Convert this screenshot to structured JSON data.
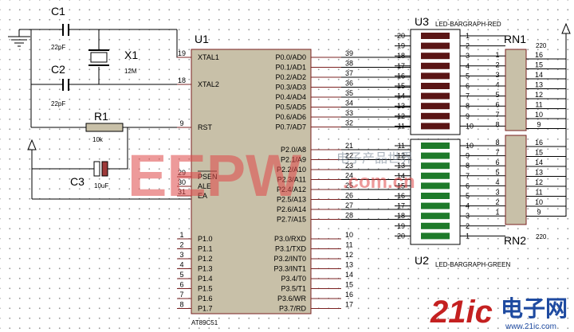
{
  "caps": {
    "c1": "C1",
    "c1_val": "22pF",
    "c2": "C2",
    "c2_val": "22pF",
    "c3": "C3",
    "c3_val": "10uF"
  },
  "xtal": {
    "name": "X1",
    "val": "12M"
  },
  "res": {
    "name": "R1",
    "val": "10k"
  },
  "mcu": {
    "ref": "U1",
    "part": "AT89C51",
    "left_top": [
      {
        "num": "19",
        "name": "XTAL1"
      },
      {
        "num": "18",
        "name": "XTAL2"
      },
      {
        "num": "9",
        "name": "RST"
      },
      {
        "num": "29",
        "name": "PSEN"
      },
      {
        "num": "30",
        "name": "ALE"
      },
      {
        "num": "31",
        "name": "EA"
      }
    ],
    "left_p1": [
      {
        "num": "1",
        "name": "P1.0"
      },
      {
        "num": "2",
        "name": "P1.1"
      },
      {
        "num": "3",
        "name": "P1.2"
      },
      {
        "num": "4",
        "name": "P1.3"
      },
      {
        "num": "5",
        "name": "P1.4"
      },
      {
        "num": "6",
        "name": "P1.5"
      },
      {
        "num": "7",
        "name": "P1.6"
      },
      {
        "num": "8",
        "name": "P1.7"
      }
    ],
    "right_p0": [
      {
        "num": "39",
        "name": "P0.0/AD0"
      },
      {
        "num": "38",
        "name": "P0.1/AD1"
      },
      {
        "num": "37",
        "name": "P0.2/AD2"
      },
      {
        "num": "36",
        "name": "P0.3/AD3"
      },
      {
        "num": "35",
        "name": "P0.4/AD4"
      },
      {
        "num": "34",
        "name": "P0.5/AD5"
      },
      {
        "num": "33",
        "name": "P0.6/AD6"
      },
      {
        "num": "32",
        "name": "P0.7/AD7"
      }
    ],
    "right_p2": [
      {
        "num": "21",
        "name": "P2.0/A8"
      },
      {
        "num": "22",
        "name": "P2.1/A9"
      },
      {
        "num": "23",
        "name": "P2.2/A10"
      },
      {
        "num": "24",
        "name": "P2.3/A11"
      },
      {
        "num": "25",
        "name": "P2.4/A12"
      },
      {
        "num": "26",
        "name": "P2.5/A13"
      },
      {
        "num": "27",
        "name": "P2.6/A14"
      },
      {
        "num": "28",
        "name": "P2.7/A15"
      }
    ],
    "right_p3": [
      {
        "num": "10",
        "name": "P3.0/RXD"
      },
      {
        "num": "11",
        "name": "P3.1/TXD"
      },
      {
        "num": "12",
        "name": "P3.2/INT0"
      },
      {
        "num": "13",
        "name": "P3.3/INT1"
      },
      {
        "num": "14",
        "name": "P3.4/T0"
      },
      {
        "num": "15",
        "name": "P3.5/T1"
      },
      {
        "num": "16",
        "name": "P3.6/WR"
      },
      {
        "num": "17",
        "name": "P3.7/RD"
      }
    ]
  },
  "bargraph_top": {
    "ref": "U3",
    "label": "LED-BARGRAPH-RED",
    "left_pins": [
      "20",
      "19",
      "18",
      "17",
      "16",
      "15",
      "14",
      "13",
      "12",
      "11"
    ],
    "right_pins": [
      "1",
      "2",
      "3",
      "4",
      "5",
      "6",
      "7",
      "8",
      "9",
      "10"
    ],
    "color": "#5a1515",
    "segments": 10
  },
  "bargraph_bottom": {
    "ref": "U2",
    "label": "LED-BARGRAPH-GREEN",
    "left_pins": [
      "11",
      "12",
      "13",
      "14",
      "15",
      "16",
      "17",
      "18",
      "19",
      "20"
    ],
    "right_pins": [
      "10",
      "9",
      "8",
      "7",
      "6",
      "5",
      "4",
      "3",
      "2",
      "1"
    ],
    "color": "#1e7a2a",
    "segments": 10
  },
  "rn_top": {
    "ref": "RN1",
    "val": "220",
    "left_pins": [
      "1",
      "2",
      "3",
      "4",
      "5",
      "6",
      "7",
      "8"
    ],
    "right_pins": [
      "16",
      "15",
      "14",
      "13",
      "12",
      "11",
      "10",
      "9"
    ]
  },
  "rn_bottom": {
    "ref": "RN2",
    "val": "220",
    "left_pins": [
      "8",
      "7",
      "6",
      "5",
      "4",
      "3",
      "2",
      "1"
    ],
    "right_pins": [
      "16",
      "15",
      "14",
      "13",
      "12",
      "11",
      "10",
      "9"
    ]
  },
  "watermark": {
    "text": "EEPW",
    "domain": ".com.cn",
    "cn": "电子产品世界"
  },
  "logo": {
    "num": "21ic",
    "cn": "电子网",
    "url": "www.21ic.com"
  }
}
